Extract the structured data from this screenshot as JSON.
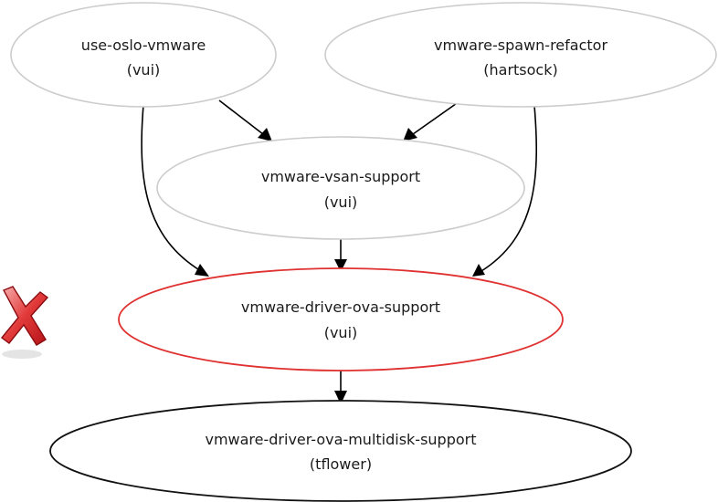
{
  "nodes": [
    {
      "id": "use-oslo-vmware",
      "name": "use-oslo-vmware",
      "owner": "(vui)",
      "status": "gray"
    },
    {
      "id": "vmware-spawn-refactor",
      "name": "vmware-spawn-refactor",
      "owner": "(hartsock)",
      "status": "gray"
    },
    {
      "id": "vmware-vsan-support",
      "name": "vmware-vsan-support",
      "owner": "(vui)",
      "status": "gray"
    },
    {
      "id": "vmware-driver-ova-support",
      "name": "vmware-driver-ova-support",
      "owner": "(vui)",
      "status": "red"
    },
    {
      "id": "vmware-driver-ova-multidisk-support",
      "name": "vmware-driver-ova-multidisk-support",
      "owner": "(tflower)",
      "status": "black"
    }
  ],
  "edges": [
    {
      "from": "use-oslo-vmware",
      "to": "vmware-vsan-support"
    },
    {
      "from": "vmware-spawn-refactor",
      "to": "vmware-vsan-support"
    },
    {
      "from": "use-oslo-vmware",
      "to": "vmware-driver-ova-support"
    },
    {
      "from": "vmware-spawn-refactor",
      "to": "vmware-driver-ova-support"
    },
    {
      "from": "vmware-vsan-support",
      "to": "vmware-driver-ova-support"
    },
    {
      "from": "vmware-driver-ova-support",
      "to": "vmware-driver-ova-multidisk-support"
    }
  ],
  "colors": {
    "gray_border": "#cccccc",
    "red_border": "#e03131",
    "black_border": "#111111",
    "edge": "#000000",
    "error_icon": "#d9252a"
  },
  "icons": {
    "status_marker": "red-x-cross-icon"
  }
}
